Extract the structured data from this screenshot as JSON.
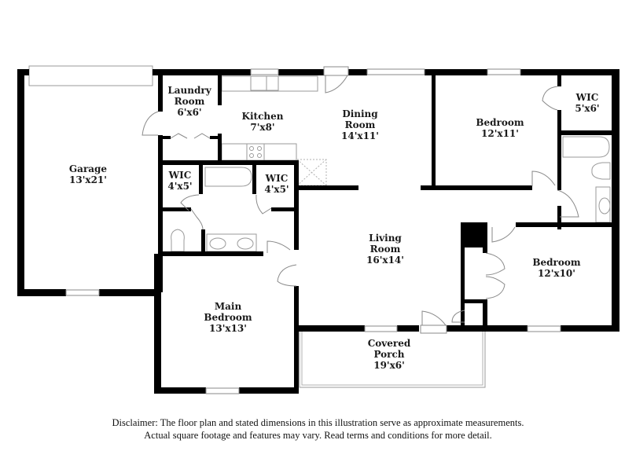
{
  "rooms": [
    {
      "id": "garage",
      "name": "Garage",
      "dims": "13'x21'"
    },
    {
      "id": "laundry",
      "name_line1": "Laundry",
      "name_line2": "Room",
      "dims": "6'x6'"
    },
    {
      "id": "kitchen",
      "name": "Kitchen",
      "dims": "7'x8'"
    },
    {
      "id": "dining",
      "name_line1": "Dining",
      "name_line2": "Room",
      "dims": "14'x11'"
    },
    {
      "id": "bedroom2",
      "name": "Bedroom",
      "dims": "12'x11'"
    },
    {
      "id": "wic3",
      "name": "WIC",
      "dims": "5'x6'"
    },
    {
      "id": "wic1",
      "name": "WIC",
      "dims": "4'x5'"
    },
    {
      "id": "wic2",
      "name": "WIC",
      "dims": "4'x5'"
    },
    {
      "id": "living",
      "name_line1": "Living",
      "name_line2": "Room",
      "dims": "16'x14'"
    },
    {
      "id": "bedroom3",
      "name": "Bedroom",
      "dims": "12'x10'"
    },
    {
      "id": "main_bedroom",
      "name_line1": "Main",
      "name_line2": "Bedroom",
      "dims": "13'x13'"
    },
    {
      "id": "porch",
      "name_line1": "Covered",
      "name_line2": "Porch",
      "dims": "19'x6'"
    }
  ],
  "disclaimer": {
    "line1": "Disclaimer: The floor plan and stated dimensions in this illustration serve as approximate measurements.",
    "line2": "Actual square footage and features may vary. Read terms and conditions for more detail."
  }
}
